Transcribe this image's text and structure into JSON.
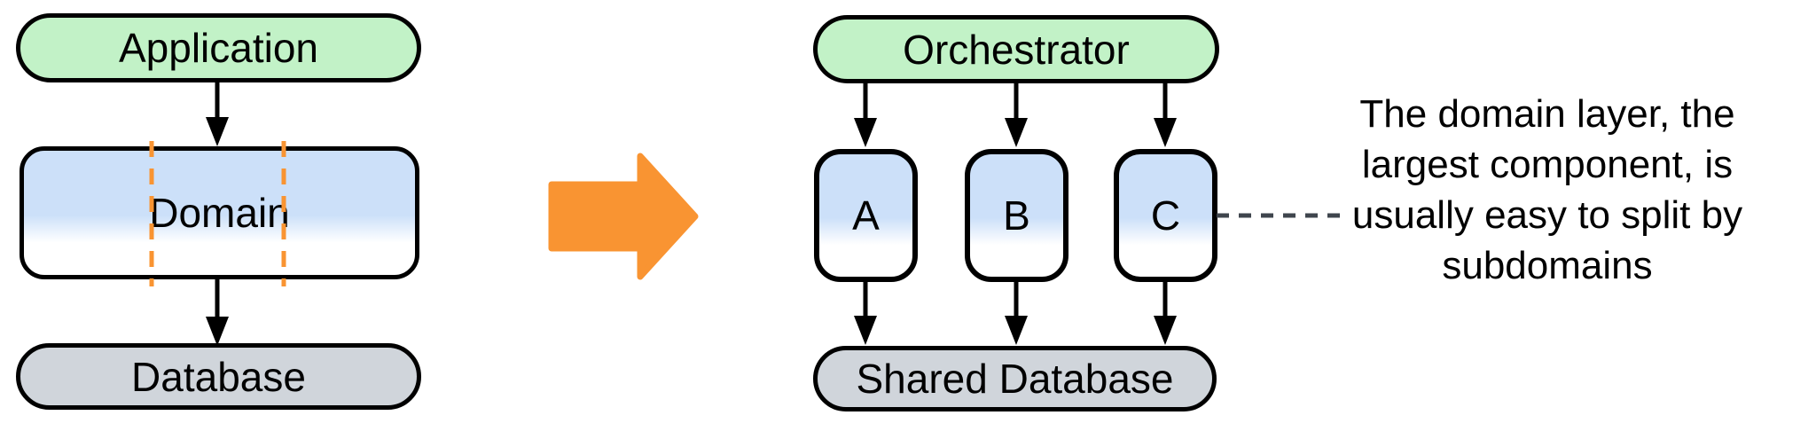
{
  "left_stack": {
    "application": "Application",
    "domain": "Domain",
    "database": "Database"
  },
  "right_stack": {
    "orchestrator": "Orchestrator",
    "services": [
      "A",
      "B",
      "C"
    ],
    "database": "Shared Database"
  },
  "annotation": {
    "lines": [
      "The domain layer, the",
      "largest component, is",
      "usually easy to split by",
      "subdomains"
    ]
  },
  "colors": {
    "node_green": "#c2f2c7",
    "node_blue_top": "#cce0f9",
    "node_gray": "#d0d5db",
    "orange_accent": "#f99432",
    "connector_dash_gray": "#3f454d",
    "stroke_black": "#000000"
  }
}
